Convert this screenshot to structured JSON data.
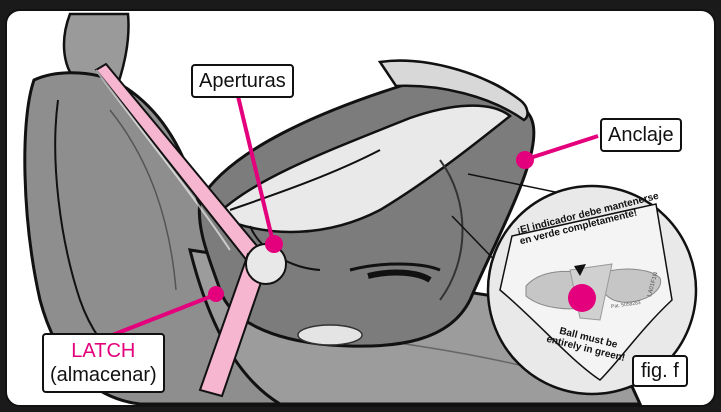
{
  "labels": {
    "aperturas": "Aperturas",
    "anclaje": "Anclaje",
    "latch_line1": "LATCH",
    "latch_line2": "(almacenar)",
    "figure": "fig. f"
  },
  "sticker": {
    "top_text": "¡El indicador debe mantenerse en verde completamente!",
    "bottom_text": "Ball must be entirely in green!",
    "patent": "Pat. 5058283",
    "code": "LA01F1N"
  },
  "colors": {
    "accent": "#e4007c",
    "strap": "#f6b6cf",
    "indicator_green": "#bfbfbf",
    "outline": "#111111"
  }
}
